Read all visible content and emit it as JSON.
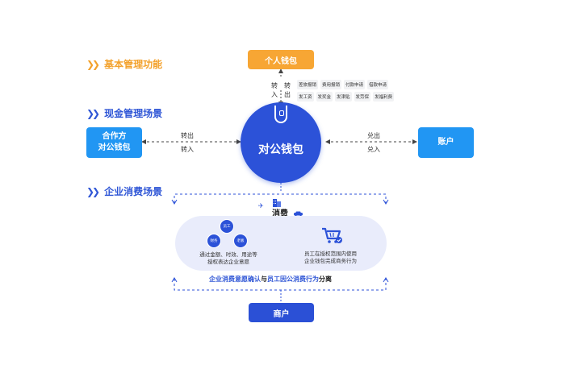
{
  "sections": {
    "basic": "基本管理功能",
    "cash": "现金管理场景",
    "enterprise": "企业消费场景"
  },
  "nodes": {
    "personal_wallet": "个人钱包",
    "partner_line1": "合作方",
    "partner_line2": "对公钱包",
    "hub": "对公钱包",
    "account": "账户",
    "merchant": "商户"
  },
  "flow": {
    "in_char": "转",
    "in_char2": "入",
    "out_char": "转",
    "out_char2": "出",
    "left_out": "转出",
    "left_in": "转入",
    "right_out": "兑出",
    "right_in": "兑入"
  },
  "tags_row1": [
    "差旅报销",
    "费用报销",
    "付款申请",
    "借款申请"
  ],
  "tags_row2": [
    "发工资",
    "发奖金",
    "发津贴",
    "发劳保",
    "发福利费"
  ],
  "consume": {
    "label": "消费",
    "roles": {
      "employee": "员工",
      "finance": "财务",
      "boss": "老板"
    },
    "left_text_line1": "通过金额、时效、用途等",
    "left_text_line2": "授权表达企业意愿",
    "right_text_line1": "员工在授权范围内使用",
    "right_text_line2": "企业钱包完成商务行为",
    "summary_part1": "企业消费意愿确认",
    "summary_mid": "与",
    "summary_part2": "员工因公消费行为",
    "summary_end": "分离"
  },
  "icons": {
    "section_marker": "double-chevron-icon",
    "hub": "wallet-lock-icon",
    "cart": "shopping-cart-check-icon",
    "plane": "plane-icon",
    "hotel": "building-icon",
    "car": "car-icon"
  },
  "colors": {
    "orange": "#f7a634",
    "navy": "#2c52d8",
    "cyan": "#2196f3",
    "panel": "#e9ecfb"
  }
}
